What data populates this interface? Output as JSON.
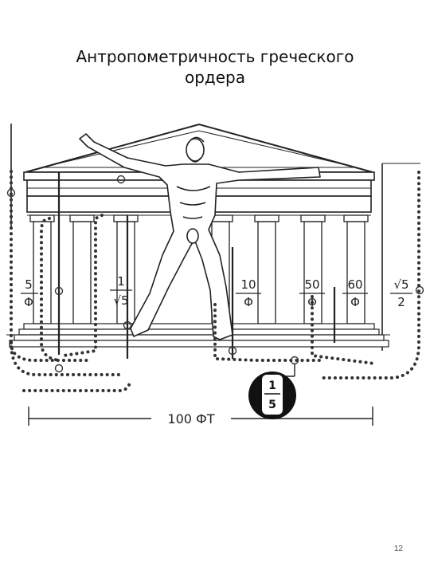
{
  "slide": {
    "title_line1": "Антропометричность греческого",
    "title_line2": "ордера",
    "page_number": "12"
  },
  "diagram": {
    "ratio_left": {
      "top": "5",
      "bottom": "Φ"
    },
    "ratio_sqrt5": {
      "top": "1",
      "bottom": "√5"
    },
    "ratio_10": {
      "top": "10",
      "bottom": "Φ"
    },
    "ratio_50": {
      "top": "50",
      "bottom": "Φ"
    },
    "ratio_60": {
      "top": "60",
      "bottom": "Φ"
    },
    "ratio_right": {
      "top": "√5",
      "bottom": "2"
    },
    "badge": {
      "top": "1",
      "bottom": "5"
    },
    "scale_label": "100 ФТ"
  },
  "colors": {
    "ink": "#222222",
    "page": "#ffffff"
  }
}
